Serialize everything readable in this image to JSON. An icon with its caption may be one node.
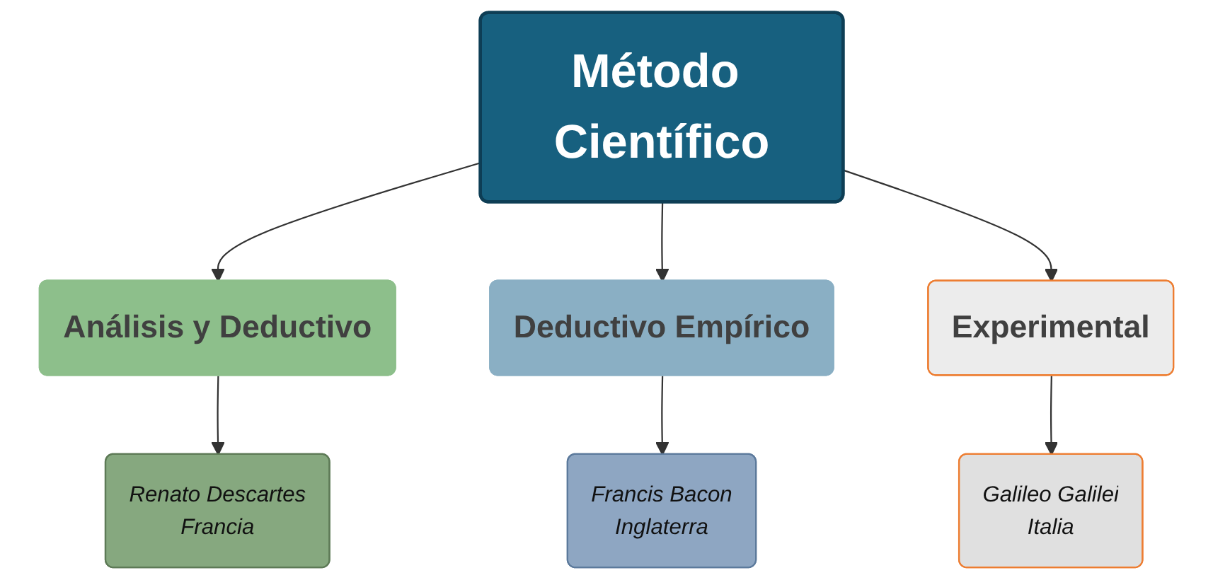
{
  "diagram": {
    "nodes": [
      {
        "text": [
          "Método Científico"
        ]
      },
      {
        "text": [
          "Análisis y Deductivo"
        ]
      },
      {
        "text": [
          "Deductivo Empírico"
        ]
      },
      {
        "text": [
          "Experimental"
        ]
      },
      {
        "text": [
          "Renato Descartes",
          "Francia"
        ]
      },
      {
        "text": [
          "Francis Bacon",
          "Inglaterra"
        ]
      },
      {
        "text": [
          "Galileo Galilei",
          "Italia"
        ]
      }
    ],
    "edges": [
      {
        "from": 0,
        "to": 1,
        "arrow": "to"
      },
      {
        "from": 0,
        "to": 2,
        "arrow": "to"
      },
      {
        "from": 0,
        "to": 3,
        "arrow": "to"
      },
      {
        "from": 1,
        "to": 4,
        "arrow": "to"
      },
      {
        "from": 2,
        "to": 5,
        "arrow": "to"
      },
      {
        "from": 3,
        "to": 6,
        "arrow": "to"
      }
    ]
  }
}
